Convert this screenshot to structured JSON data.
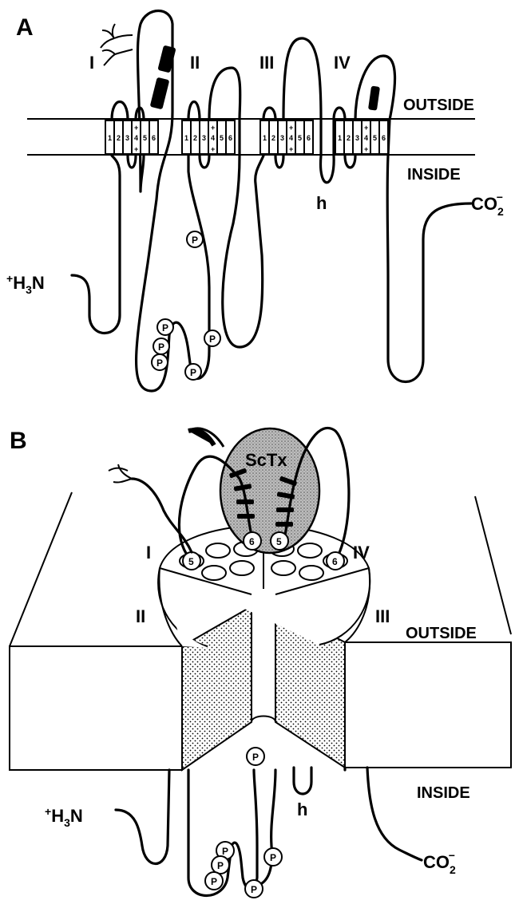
{
  "panel_a": {
    "panel_label": "A",
    "domain_labels": [
      "I",
      "II",
      "III",
      "IV"
    ],
    "outside_label": "OUTSIDE",
    "inside_label": "INSIDE",
    "segment_labels": [
      "1",
      "2",
      "3",
      "4",
      "5",
      "6"
    ],
    "plus_signs": "+",
    "h_label": "h",
    "n_terminus": {
      "main": "H",
      "sub": "3",
      "suffix": "N",
      "prefix": "+"
    },
    "c_terminus": {
      "main": "CO",
      "sub": "2",
      "sup": "−"
    },
    "phospho_label": "P"
  },
  "panel_b": {
    "panel_label": "B",
    "toxin_label": "ScTx",
    "domain_labels": [
      "I",
      "II",
      "III",
      "IV"
    ],
    "segment_markers": [
      "5",
      "6",
      "6",
      "5"
    ],
    "outside_label": "OUTSIDE",
    "inside_label": "INSIDE",
    "h_label": "h",
    "n_terminus": {
      "main": "H",
      "sub": "3",
      "suffix": "N",
      "prefix": "+"
    },
    "c_terminus": {
      "main": "CO",
      "sub": "2",
      "sup": "−"
    },
    "phospho_label": "P"
  },
  "colors": {
    "ink": "#000000",
    "paper": "#ffffff",
    "toxin_fill": "#b8b8b8"
  }
}
